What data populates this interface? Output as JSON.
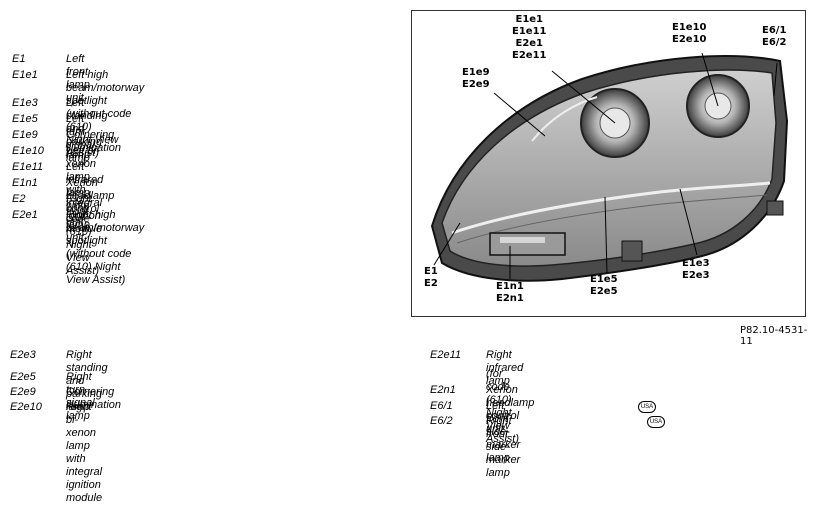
{
  "legend_top": [
    {
      "code": "E1",
      "desc": "Left front lamp unit"
    },
    {
      "code": "E1e1",
      "desc": "Left high beam/motorway spotlight (without code (610)\nNight View Assist)"
    },
    {
      "code": "E1e3",
      "desc": "Left standing and parking lamp"
    },
    {
      "code": "E1e5",
      "desc": "Left turn signal lamp"
    },
    {
      "code": "E1e9",
      "desc": "Cornering illumination"
    },
    {
      "code": "E1e10",
      "desc": "Left bi-xenon lamp with integral ignition module"
    },
    {
      "code": "E1e11",
      "desc": "Left infrared lamp (with code (610) Night View Assist)"
    },
    {
      "code": "E1n1",
      "desc": "Xenon headlamp control unit"
    },
    {
      "code": "E2",
      "desc": "Right front lamp unit"
    },
    {
      "code": "E2e1",
      "desc": "Right high beam/motorway spotlight (without code\n(610) Night View Assist)"
    }
  ],
  "legend_bottom_left": [
    {
      "code": "E2e3",
      "desc": "Right standing and parking lamp"
    },
    {
      "code": "E2e5",
      "desc": "Right turn signal lamp"
    },
    {
      "code": "E2e9",
      "desc": "Cornering illumination"
    },
    {
      "code": "E2e10",
      "desc": "Right bi-xenon lamp with integral ignition module"
    }
  ],
  "legend_bottom_right": [
    {
      "code": "E2e11",
      "desc": "Right infrared lamp"
    },
    {
      "code": "",
      "desc": "(for code (610) Night View Assist)"
    },
    {
      "code": "E2n1",
      "desc": "Xenon headlamp control unit"
    },
    {
      "code": "E6/1",
      "desc": "Left front side-marker lamp",
      "badge": "USA"
    },
    {
      "code": "E6/2",
      "desc": "Right front side-marker lamp",
      "badge": "USA"
    }
  ],
  "callouts": {
    "e1e1": "E1e1\nE1e11\nE2e1\nE2e11",
    "e1e9": "E1e9\nE2e9",
    "e1e10": "E1e10\nE2e10",
    "e6": "E6/1\nE6/2",
    "e1": "E1\nE2",
    "e1n1": "E1n1\nE2n1",
    "e1e5": "E1e5\nE2e5",
    "e1e3": "E1e3\nE2e3"
  },
  "figure_ref": "P82.10-4531-11",
  "colors": {
    "line": "#000000",
    "housing": "#3a3a3a",
    "lens": "#d9d9d9"
  }
}
